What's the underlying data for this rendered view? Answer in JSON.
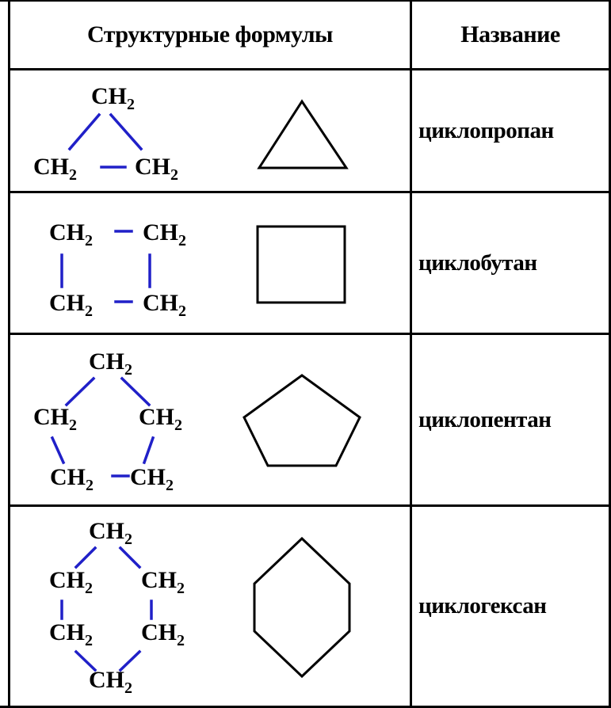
{
  "table": {
    "header": {
      "formulas": "Структурные формулы",
      "name": "Название"
    },
    "group": "CH",
    "subscript": "2",
    "rows": [
      {
        "name": "циклопропан"
      },
      {
        "name": "циклобутан"
      },
      {
        "name": "циклопентан"
      },
      {
        "name": "циклогексан"
      }
    ]
  },
  "colors": {
    "bond": "#2020c8",
    "text": "#000000",
    "border": "#000000"
  }
}
